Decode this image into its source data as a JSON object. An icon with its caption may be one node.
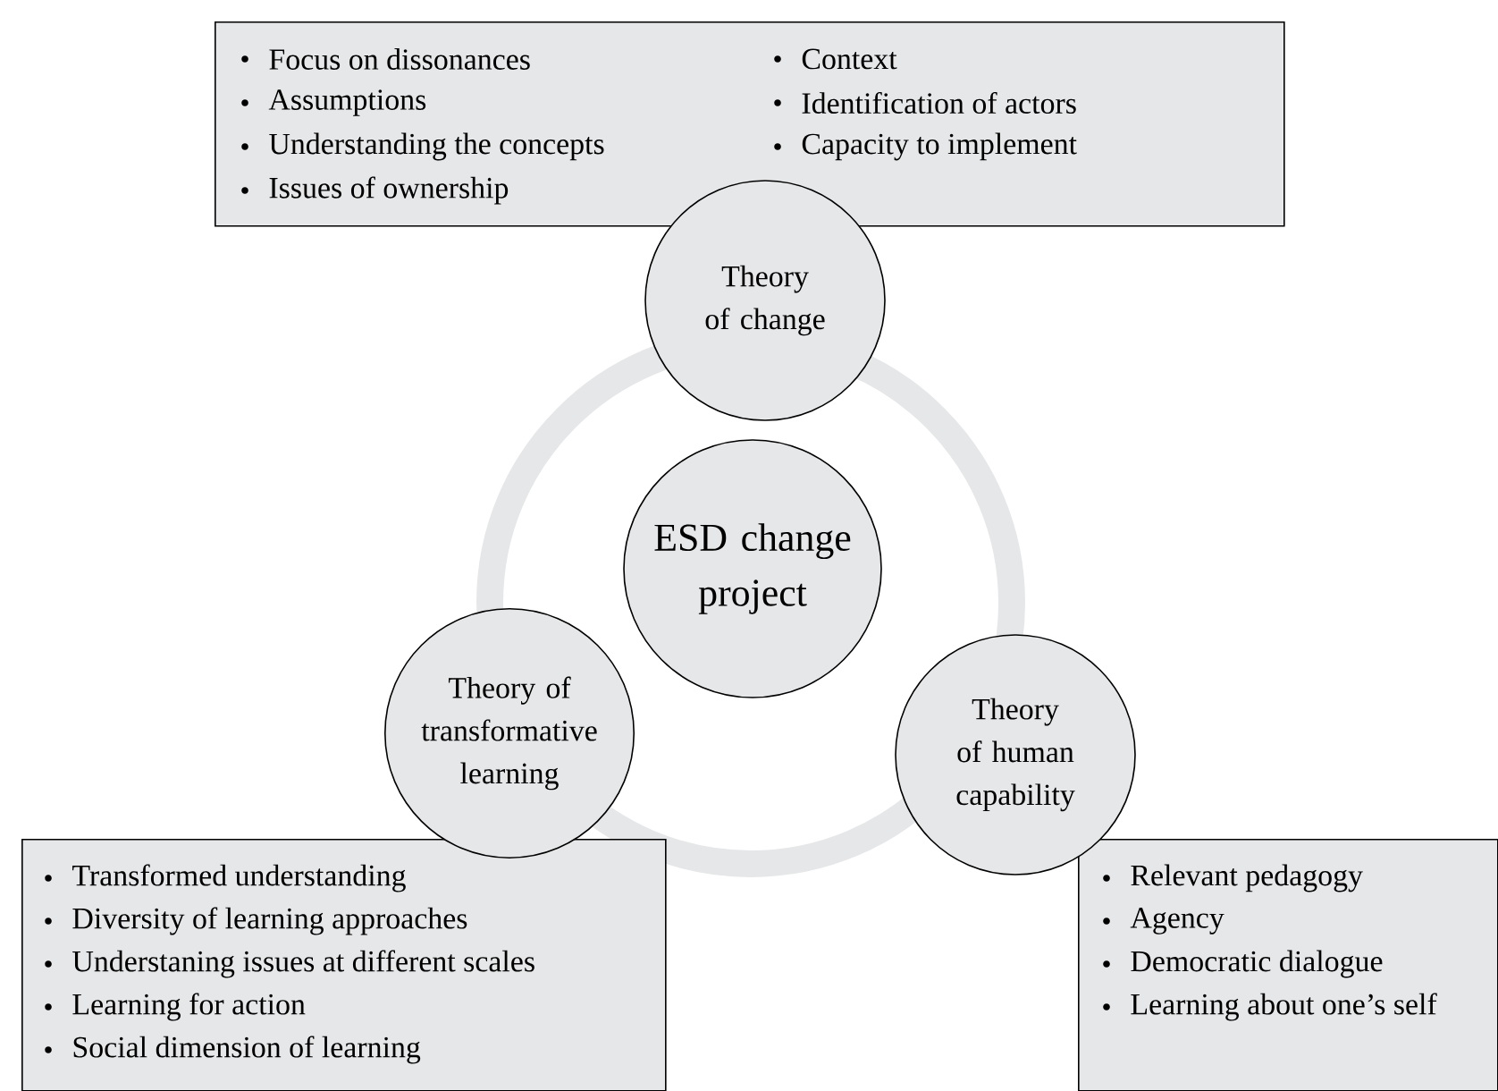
{
  "diagram": {
    "nodes": [
      {
        "text": [
          "Focus on dissonances",
          "Assumptions",
          "Understanding the concepts",
          "Issues of ownership",
          "Context",
          "Identification of actors",
          "Capacity to implement"
        ]
      },
      {
        "text": [
          "Theory of change"
        ]
      },
      {
        "text": [
          "ESD change project"
        ]
      },
      {
        "text": [
          "Theory of transformative learning"
        ]
      },
      {
        "text": [
          "Theory of human capability"
        ]
      },
      {
        "text": [
          "Transformed understanding",
          "Diversity of learning approaches",
          "Understaning issues at different scales",
          "Learning for action",
          "Social dimension of learning"
        ]
      },
      {
        "text": [
          "Relevant pedagogy",
          "Agency",
          "Democratic dialogue",
          "Learning about one’s self"
        ]
      }
    ]
  }
}
